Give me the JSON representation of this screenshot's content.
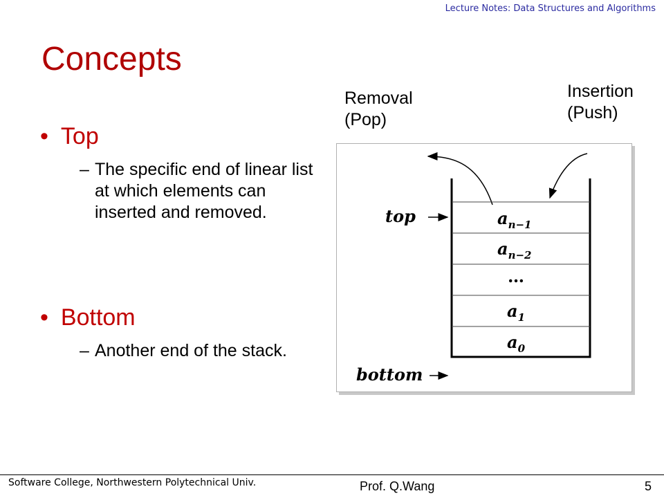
{
  "header": {
    "course": "Lecture Notes: Data Structures and Algorithms"
  },
  "slide": {
    "title": "Concepts",
    "bullets": [
      {
        "term": "Top",
        "desc": "The specific end of linear list at which elements can inserted and removed."
      },
      {
        "term": "Bottom",
        "desc": "Another end  of the stack."
      }
    ]
  },
  "figure": {
    "removal_label_1": "Removal",
    "removal_label_2": "(Pop)",
    "insertion_label_1": "Insertion",
    "insertion_label_2": "(Push)",
    "top_label": "top",
    "bottom_label": "bottom",
    "cells": [
      {
        "base": "a",
        "sub": "n−1"
      },
      {
        "base": "a",
        "sub": "n−2"
      },
      {
        "base": "…",
        "sub": ""
      },
      {
        "base": "a",
        "sub": "1"
      },
      {
        "base": "a",
        "sub": "0"
      }
    ]
  },
  "footer": {
    "institution": "Software College, Northwestern Polytechnical Univ.",
    "author": "Prof. Q.Wang",
    "page": "5"
  }
}
